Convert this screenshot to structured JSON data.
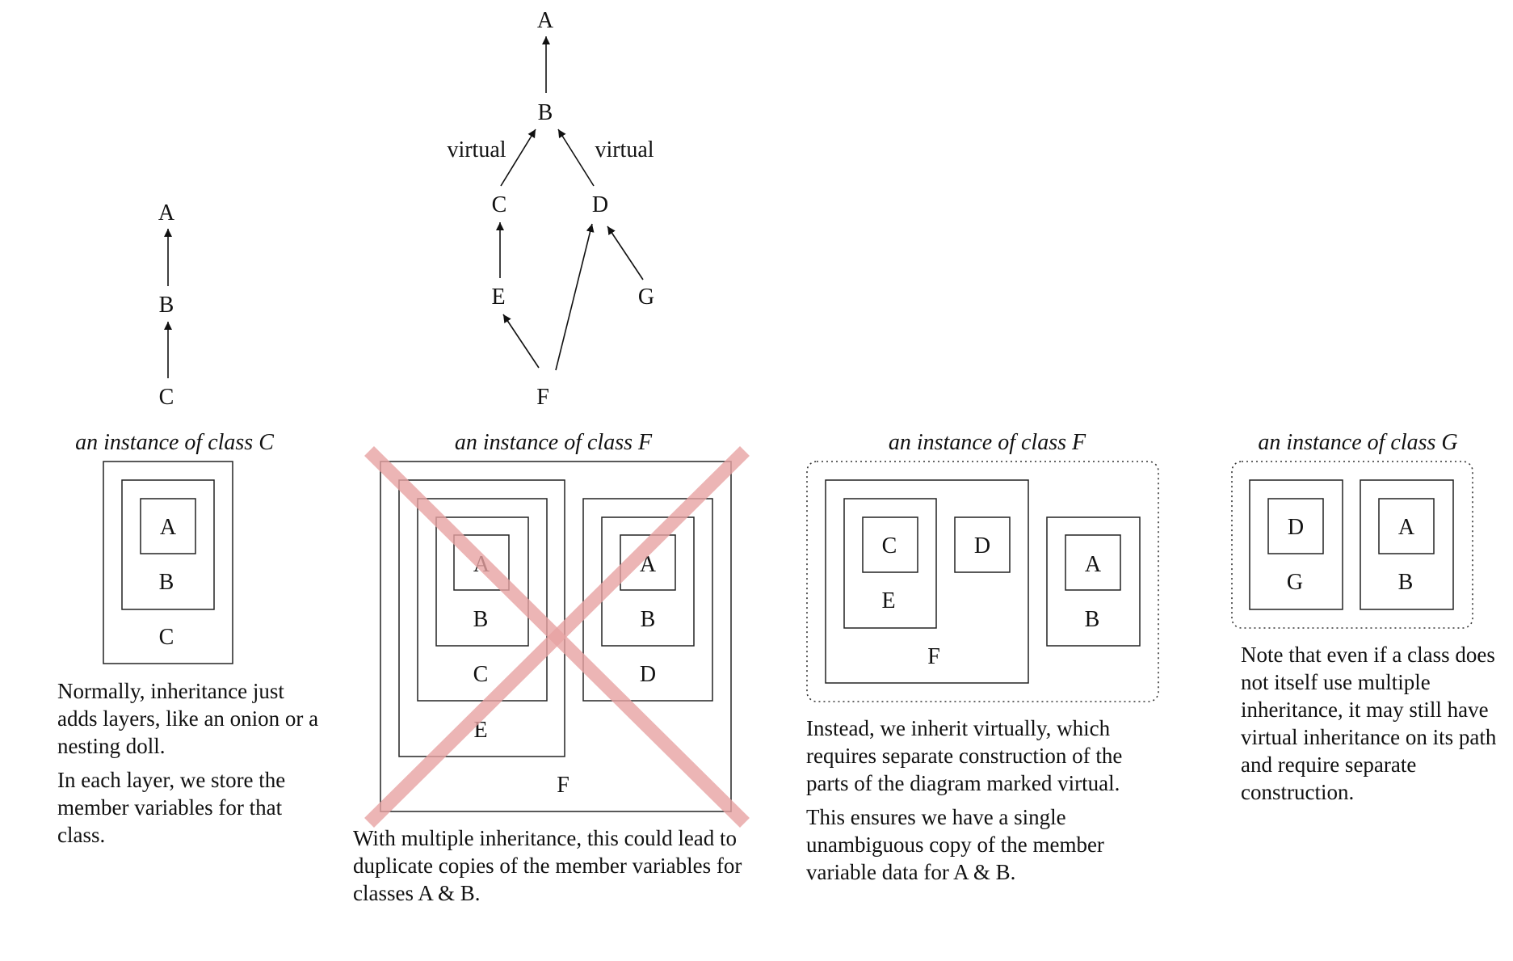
{
  "tree1": {
    "nodes": [
      "A",
      "B",
      "C"
    ]
  },
  "tree2": {
    "nodes": [
      "A",
      "B",
      "C",
      "D",
      "E",
      "F",
      "G"
    ],
    "edge_labels": [
      "virtual",
      "virtual"
    ]
  },
  "panels": [
    {
      "caption": "an instance of class C",
      "labels": [
        "A",
        "B",
        "C"
      ],
      "text": [
        "Normally, inheritance just adds layers, like an onion or a nesting doll.",
        "In each layer, we store the member variables for that class."
      ]
    },
    {
      "caption": "an instance of class F",
      "labels": [
        "A",
        "B",
        "C",
        "E",
        "A",
        "B",
        "D",
        "F"
      ],
      "text": [
        "With multiple inheritance, this could lead to duplicate copies of the member variables for classes A & B."
      ],
      "crossed_out": true
    },
    {
      "caption": "an instance of class F",
      "labels": [
        "C",
        "E",
        "D",
        "F",
        "A",
        "B"
      ],
      "text": [
        "Instead, we inherit virtually, which requires separate construction of the parts of the diagram marked virtual.",
        "This ensures we have a single unambiguous copy of the member variable data for A & B."
      ]
    },
    {
      "caption": "an instance of class G",
      "labels": [
        "D",
        "G",
        "A",
        "B"
      ],
      "text": [
        "Note that even if a class does not itself use multiple inheritance, it may still have virtual inheritance on its path and require separate construction."
      ]
    }
  ],
  "colors": {
    "cross": "#e8a3a3",
    "stroke": "#222222"
  }
}
